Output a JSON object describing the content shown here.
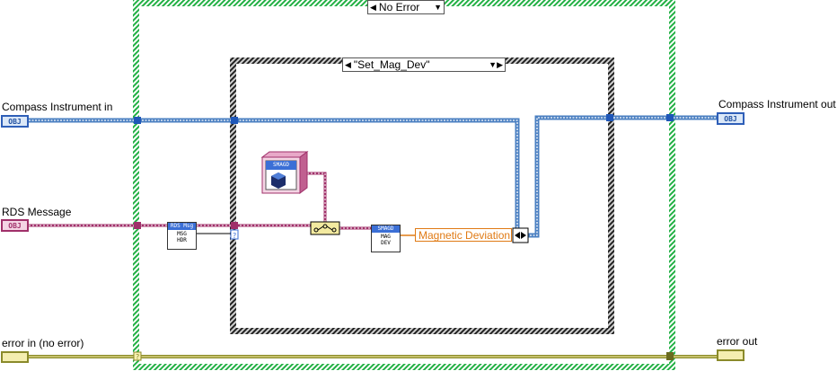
{
  "labels": {
    "compass_in": "Compass Instrument in",
    "compass_out": "Compass Instrument out",
    "rds_message": "RDS Message",
    "error_in": "error in (no error)",
    "error_out": "error out"
  },
  "outer_case": {
    "selector": "No Error"
  },
  "inner_case": {
    "selector": "\"Set_Mag_Dev\""
  },
  "terminals": {
    "obj": "OBJ"
  },
  "subvis": {
    "msg_hdr": {
      "header": "RDS Msg",
      "line1": "MSG",
      "line2": "HDR"
    },
    "mag_dev": {
      "header": "SMAGD",
      "line1": "MAG",
      "line2": "DEV"
    },
    "class_const": {
      "header": "SMAGD"
    }
  },
  "constant": {
    "value": "Magnetic Deviation"
  },
  "colors": {
    "object_wire": "#4a7fc1",
    "message_wire": "#a0306a",
    "error_wire": "#8a8a2a",
    "case_border": "#22b044"
  }
}
